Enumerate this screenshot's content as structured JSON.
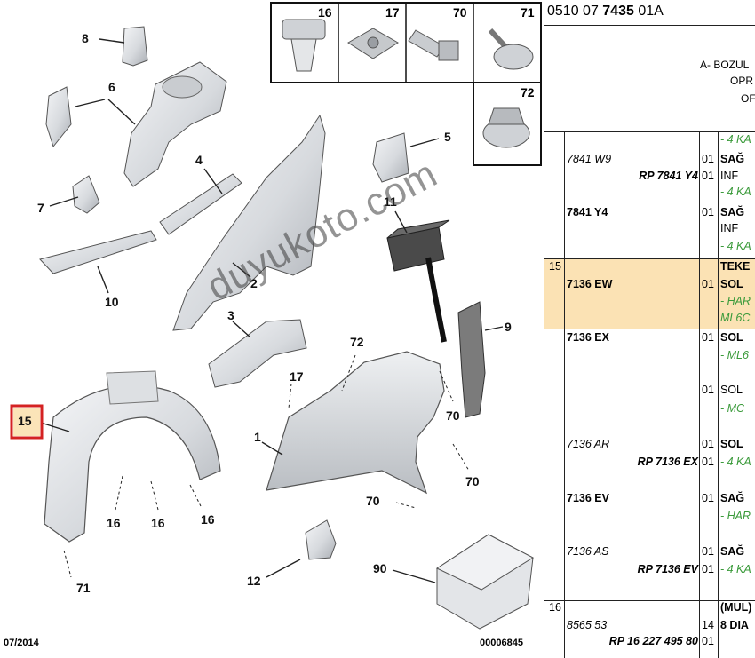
{
  "header": {
    "reference_prefix": "0510 07 ",
    "reference_bold": "7435",
    "reference_suffix": " 01A",
    "title_lines": [
      "A- BOZUL",
      "OPR",
      "OF"
    ]
  },
  "diagram": {
    "part_callouts": [
      "8",
      "6",
      "7",
      "4",
      "5",
      "11",
      "10",
      "2",
      "9",
      "3",
      "72",
      "17",
      "15",
      "1",
      "70",
      "70",
      "16",
      "16",
      "16",
      "71",
      "12",
      "90",
      "70"
    ],
    "selected_part": "15",
    "hardware_tiles": [
      {
        "number": "16",
        "icon": "plastic-rivet-clip-icon"
      },
      {
        "number": "17",
        "icon": "spring-nut-clip-icon"
      },
      {
        "number": "70",
        "icon": "hex-bolt-icon"
      },
      {
        "number": "71",
        "icon": "flange-screw-icon"
      },
      {
        "number": "72",
        "icon": "hex-nut-icon"
      }
    ],
    "watermark": "duyukoto.com",
    "footer_date": "07/2014",
    "footer_code": "00006845"
  },
  "parts_list": [
    {
      "idx": "",
      "ref": "",
      "qty": "",
      "desc": "- 4 KA",
      "style": "green"
    },
    {
      "idx": "",
      "ref": "7841 W9",
      "qty": "01",
      "desc": "SAĞ",
      "style": "italic-ref"
    },
    {
      "idx": "",
      "ref": "RP 7841 Y4",
      "qty": "01",
      "desc": "INF",
      "style": "bold-right"
    },
    {
      "idx": "",
      "ref": "",
      "qty": "",
      "desc": "- 4 KA",
      "style": "green"
    },
    {
      "idx": "",
      "ref": "7841 Y4",
      "qty": "01",
      "desc": "SAĞ",
      "style": "bold-ref"
    },
    {
      "idx": "",
      "ref": "",
      "qty": "",
      "desc": "INF",
      "style": "plain"
    },
    {
      "idx": "",
      "ref": "",
      "qty": "",
      "desc": "- 4 KA",
      "style": "green"
    },
    {
      "idx": "15",
      "ref": "",
      "qty": "",
      "desc": "TEKE",
      "style": "highlight-bold"
    },
    {
      "idx": "",
      "ref": "7136 EW",
      "qty": "01",
      "desc": "SOL",
      "style": "bold-ref"
    },
    {
      "idx": "",
      "ref": "",
      "qty": "",
      "desc": "- HAR",
      "style": "green"
    },
    {
      "idx": "",
      "ref": "",
      "qty": "",
      "desc": "ML6C",
      "style": "green"
    },
    {
      "idx": "",
      "ref": "7136 EX",
      "qty": "01",
      "desc": "SOL",
      "style": "bold-ref"
    },
    {
      "idx": "",
      "ref": "",
      "qty": "",
      "desc": "- ML6",
      "style": "green"
    },
    {
      "idx": "",
      "ref": "",
      "qty": "01",
      "desc": "SOL",
      "style": "plain"
    },
    {
      "idx": "",
      "ref": "",
      "qty": "",
      "desc": "- MC",
      "style": "green"
    },
    {
      "idx": "",
      "ref": "7136 AR",
      "qty": "01",
      "desc": "SOL",
      "style": "italic-ref"
    },
    {
      "idx": "",
      "ref": "RP 7136 EX",
      "qty": "01",
      "desc": "- 4 KA",
      "style": "bold-right-green"
    },
    {
      "idx": "",
      "ref": "7136 EV",
      "qty": "01",
      "desc": "SAĞ",
      "style": "bold-ref"
    },
    {
      "idx": "",
      "ref": "",
      "qty": "",
      "desc": "- HAR",
      "style": "green"
    },
    {
      "idx": "",
      "ref": "7136 AS",
      "qty": "01",
      "desc": "SAĞ",
      "style": "italic-ref"
    },
    {
      "idx": "",
      "ref": "RP 7136 EV",
      "qty": "01",
      "desc": "- 4 KA",
      "style": "bold-right-green"
    },
    {
      "idx": "16",
      "ref": "",
      "qty": "",
      "desc": "(MUL)",
      "style": "plain-bold"
    },
    {
      "idx": "",
      "ref": "8565 53",
      "qty": "14",
      "desc": "8 DIA",
      "style": "italic-ref"
    },
    {
      "idx": "",
      "ref": "RP 16 227 495 80",
      "qty": "01",
      "desc": "",
      "style": "bold-right"
    }
  ]
}
